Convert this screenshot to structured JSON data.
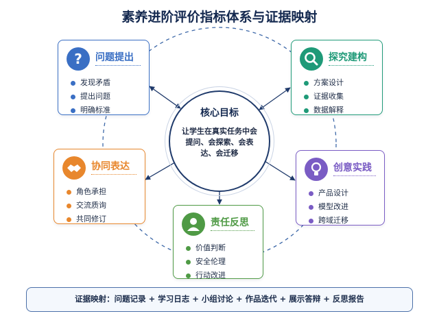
{
  "title": "素养进阶评价指标体系与证据映射",
  "core": {
    "title": "核心目标",
    "description": "让学生在真实任务中会提问、会探索、会表达、会迁移"
  },
  "cards": [
    {
      "key": "q",
      "title": "问题提出",
      "icon": "question-icon",
      "color": "#3a6fc4",
      "items": [
        "发现矛盾",
        "提出问题",
        "明确标准"
      ]
    },
    {
      "key": "e",
      "title": "探究建构",
      "icon": "magnifier-icon",
      "color": "#1f9a78",
      "items": [
        "方案设计",
        "证据收集",
        "数据解释"
      ]
    },
    {
      "key": "c",
      "title": "协同表达",
      "icon": "handshake-icon",
      "color": "#e8872d",
      "items": [
        "角色承担",
        "交流质询",
        "共同修订"
      ]
    },
    {
      "key": "i",
      "title": "创意实践",
      "icon": "lightbulb-icon",
      "color": "#7a5cc4",
      "items": [
        "产品设计",
        "模型改进",
        "跨域迁移"
      ]
    },
    {
      "key": "r",
      "title": "责任反思",
      "icon": "person-icon",
      "color": "#4f9a45",
      "items": [
        "价值判断",
        "安全伦理",
        "行动改进"
      ]
    }
  ],
  "evidence": "证据映射：问题记录 + 学习日志 + 小组讨论 + 作品迭代 + 展示答辩 + 反思报告"
}
